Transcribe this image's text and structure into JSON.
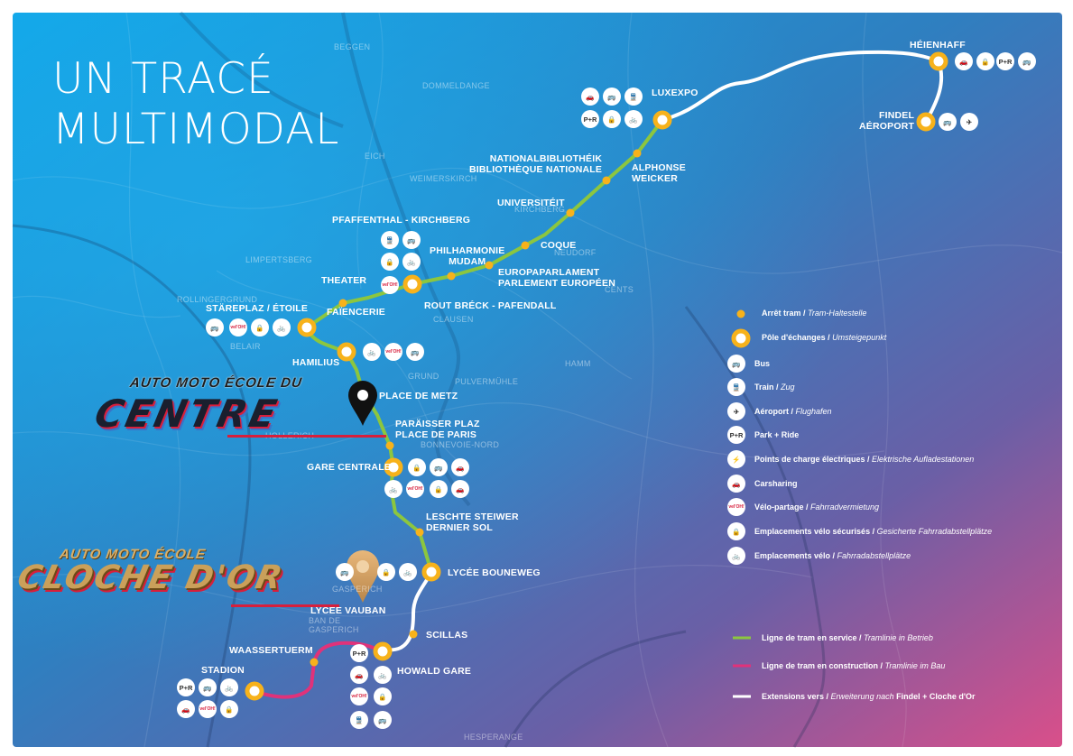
{
  "title_line1": "UN TRACÉ",
  "title_line2": "MULTIMODAL",
  "districts": [
    "BEGGEN",
    "DOMMELDANGE",
    "EICH",
    "WEIMERSKIRCH",
    "KIRCHBERG",
    "NEUDORF",
    "LIMPERTSBERG",
    "ROLLINGERGRUND",
    "BELAIR",
    "CLAUSEN",
    "CENTS",
    "GRUND",
    "PULVERMÜHLE",
    "HAMM",
    "HOLLERICH",
    "BONNEVOIE-NORD",
    "GASPERICH",
    "BAN DE GASPERICH",
    "HESPERANGE"
  ],
  "stops": {
    "heienhaff": "HÉIENHAFF",
    "findel": "FINDEL\nAÉROPORT",
    "luxexpo": "LUXEXPO",
    "alphonse": "ALPHONSE\nWEICKER",
    "nationalbib": "NATIONALBIBLIOTHÉIK\nBIBLIOTHÈQUE NATIONALE",
    "universiteit": "UNIVERSITÉIT",
    "coque": "COQUE",
    "europaparlament": "EUROPAPARLAMENT\nPARLEMENT EUROPÉEN",
    "philharmonie": "PHILHARMONIE\nMUDAM",
    "pfaffenthal": "PFAFFENTHAL - KIRCHBERG",
    "rout_breck": "ROUT BRÉCK - PAFENDALL",
    "theater": "THEATER",
    "faiencerie": "FAÏENCERIE",
    "stareplaz": "STÄREPLAZ / ÉTOILE",
    "hamilius": "HAMILIUS",
    "place_de_metz": "PLACE DE METZ",
    "paraisser": "PARÄISSER PLAZ\nPLACE DE PARIS",
    "gare_centrale": "GARE CENTRALE",
    "leschte_steiwer": "LESCHTE STEIWER\nDERNIER SOL",
    "lycee_bouneweg": "LYCÉE BOUNEWEG",
    "lycee_vauban": "LYCÉE VAUBAN",
    "scillas": "SCILLAS",
    "howald_gare": "HOWALD GARE",
    "waasserturm": "WAASSERTUERM",
    "stadion": "STADION"
  },
  "legend": {
    "arret_fr": "Arrêt tram / ",
    "arret_de": "Tram-Haltestelle",
    "pole_fr": "Pôle d'échanges / ",
    "pole_de": "Umsteigepunkt",
    "bus": "Bus",
    "train_fr": "Train / ",
    "train_de": "Zug",
    "aeroport_fr": "Aéroport / ",
    "aeroport_de": "Flughafen",
    "park_ride": "Park + Ride",
    "charge_fr": "Points de charge électriques / ",
    "charge_de": "Elektrische Aufladestationen",
    "carsharing": "Carsharing",
    "velo_fr": "Vélo-partage / ",
    "velo_de": "Fahrradvermietung",
    "secure_fr": "Emplacements vélo sécurisés / ",
    "secure_de": "Gesicherte Fahrradabstellplätze",
    "bike_fr": "Emplacements vélo / ",
    "bike_de": "Fahrradabstellplätze",
    "service_fr": "Ligne de tram en service / ",
    "service_de": "Tramlinie in Betrieb",
    "construction_fr": "Ligne de tram en construction / ",
    "construction_de": "Tramlinie im Bau",
    "extensions_fr": "Extensions vers / ",
    "extensions_de": "Erweiterung nach",
    "extensions_tail": " Findel + Cloche d'Or"
  },
  "logos": {
    "centre_top": "AUTO MOTO ÉCOLE DU",
    "centre_main": "CENTRE",
    "cloche_top": "AUTO MOTO ÉCOLE",
    "cloche_main": "CLOCHE D'OR"
  },
  "icon_glyphs": {
    "park_ride": "P+R",
    "velo": "vel'OH!"
  },
  "colors": {
    "tram_service": "#8cc63f",
    "tram_construction": "#e0327a",
    "extension": "#ffffff",
    "stop": "#f7b21b",
    "bg_start": "#1aa6e4",
    "bg_end": "#d94f8a"
  }
}
